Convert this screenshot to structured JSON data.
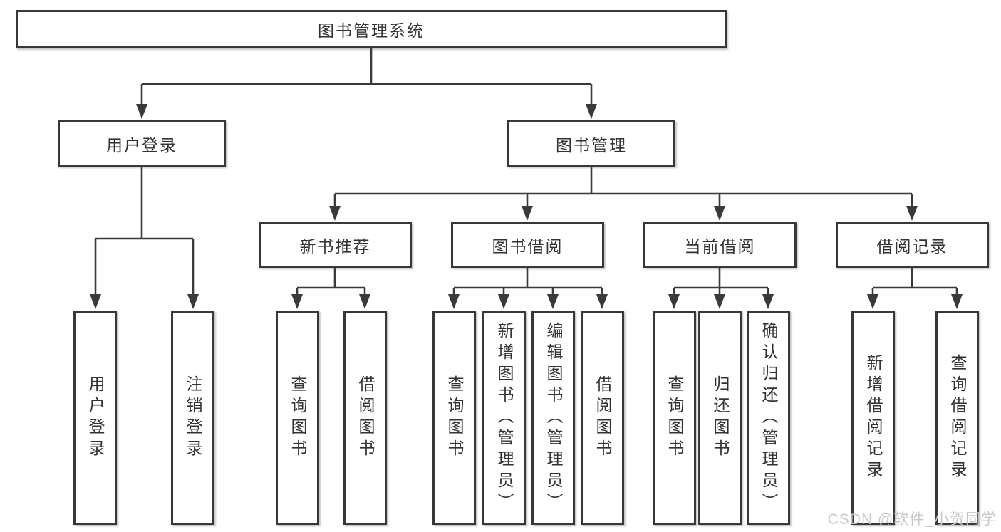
{
  "diagram": {
    "type": "tree",
    "root": "图书管理系统",
    "branches": {
      "user_login": "用户登录",
      "book_management": "图书管理"
    },
    "modules": {
      "new_book_recommendation": "新书推荐",
      "book_borrowing": "图书借阅",
      "current_borrowing": "当前借阅",
      "borrowing_records": "借阅记录"
    },
    "leaves": {
      "user_login": [
        "用户登录",
        "注销登录"
      ],
      "new_book_recommendation": [
        "查询图书",
        "借阅图书"
      ],
      "book_borrowing": [
        "查询图书",
        "新增图书（管理员）",
        "编辑图书（管理员）",
        "借阅图书"
      ],
      "current_borrowing": [
        "查询图书",
        "归还图书",
        "确认归还（管理员）"
      ],
      "borrowing_records": [
        "新增借阅记录",
        "查询借阅记录"
      ]
    }
  },
  "watermark": "CSDN @软件_小贺同学",
  "colors": {
    "line": "#3a3a3a",
    "box_border": "#383838",
    "text": "#333333",
    "background": "#ffffff",
    "watermark": "#c5c5ca"
  }
}
